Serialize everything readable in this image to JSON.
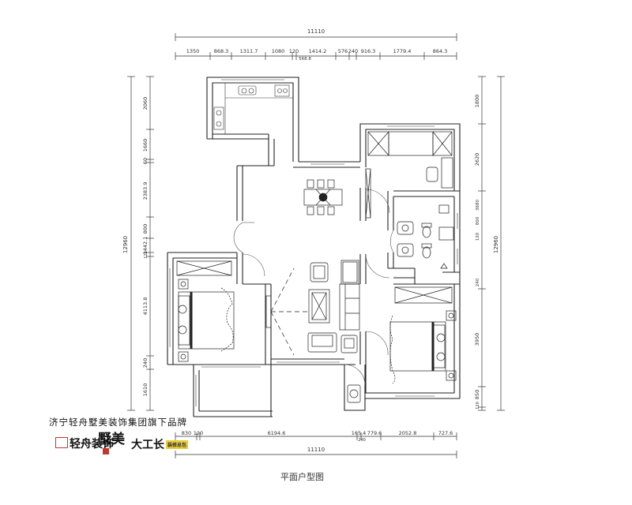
{
  "dims": {
    "top_total": "11110",
    "top_segments": [
      "1350",
      "868.3",
      "1311.7",
      "1080",
      "120",
      "1414.2",
      "576",
      "240",
      "916.3",
      "1779.4",
      "864.3"
    ],
    "top_sub": "568.8",
    "bottom_total": "11110",
    "bottom_segments": [
      "830",
      "120",
      "6194.6",
      "165.4",
      "779.6",
      "2052.8",
      "727.6"
    ],
    "bottom_sub": "240",
    "left_total": "12960",
    "left_segments": [
      "2060",
      "1660",
      "60",
      "2383.9",
      "800",
      "1442.1",
      "4113.8",
      "240",
      "1610"
    ],
    "left_sub": "120",
    "right_total": "12960",
    "right_segments": [
      "1800",
      "2620",
      "3950",
      "850",
      "120"
    ],
    "right_small": [
      "3680",
      "800",
      "120",
      "240"
    ]
  },
  "branding": {
    "company": "济宁轻舟墅美装饰集团旗下品牌",
    "logo_1": "轻舟装饰",
    "logo_2": "墅美",
    "logo_3": "大工长",
    "logo_3_tag": "装修总包"
  },
  "caption": "平面户型图"
}
